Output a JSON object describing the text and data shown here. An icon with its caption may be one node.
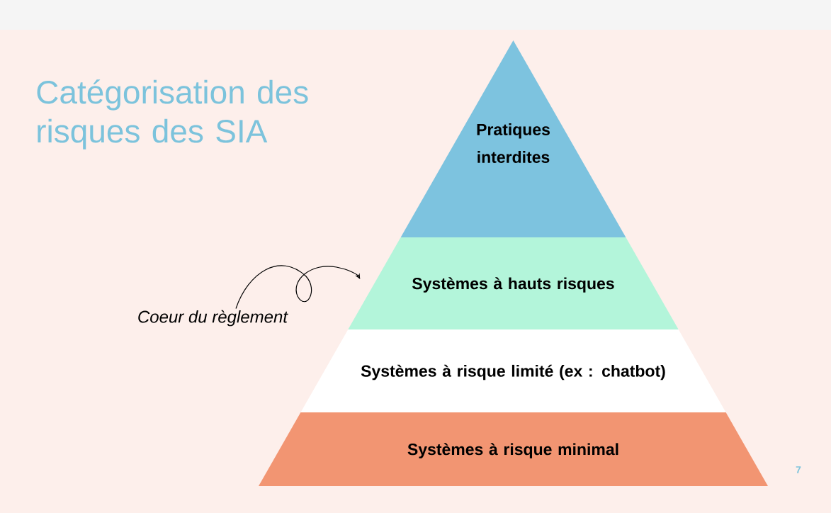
{
  "diagram": {
    "title": "Catégorisation des risques des SIA",
    "nodes": [
      {
        "text": [
          "Pratiques interdites"
        ]
      },
      {
        "text": [
          "Systèmes à hauts risques"
        ]
      },
      {
        "text": [
          "Systèmes à risque limité (ex : chatbot)"
        ]
      },
      {
        "text": [
          "Systèmes à risque minimal"
        ]
      },
      {
        "text": [
          "Coeur du règlement"
        ]
      }
    ],
    "edges": [
      {
        "from": 4,
        "to": 1,
        "arrow": "to"
      }
    ],
    "labels": [
      "7"
    ]
  }
}
